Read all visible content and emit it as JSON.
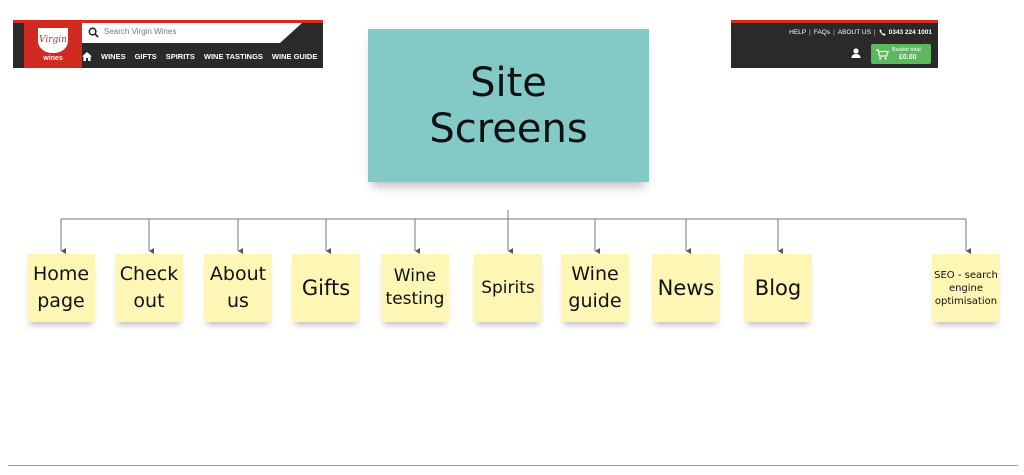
{
  "header": {
    "logo_badge": "Virgin",
    "logo_word": "wines",
    "search_placeholder": "Search Virgin Wines",
    "nav": [
      "WINES",
      "GIFTS",
      "SPIRITS",
      "WINE TASTINGS",
      "WINE GUIDE"
    ],
    "utility": {
      "help": "HELP",
      "faqs": "FAQs",
      "about": "ABOUT US",
      "phone": "0343 224 1001"
    },
    "basket": {
      "label": "Basket total",
      "amount": "£0.00"
    },
    "colors": {
      "bar": "#2a2a2a",
      "accent": "#d9281f",
      "basket": "#5cb85c"
    }
  },
  "diagram": {
    "title_lines": [
      "Site",
      "Screens"
    ],
    "title_color": "#83c9c6",
    "note_color": "#fdf6b4",
    "pages": [
      "Home\npage",
      "Check\nout",
      "About\nus",
      "Gifts",
      "Wine\ntesting",
      "Spirits",
      "Wine\nguide",
      "News",
      "Blog",
      "SEO - search\nengine\noptimisation"
    ]
  }
}
